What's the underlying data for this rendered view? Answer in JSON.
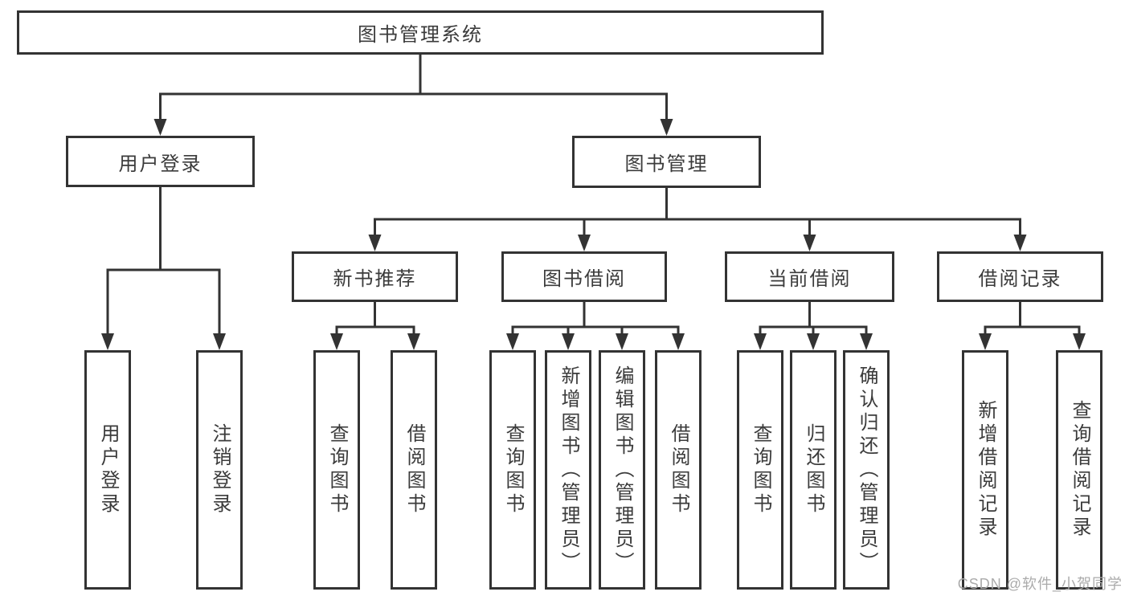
{
  "tree": {
    "root": "图书管理系统",
    "children": [
      {
        "label": "用户登录",
        "children": [
          {
            "label": "用户登录"
          },
          {
            "label": "注销登录"
          }
        ]
      },
      {
        "label": "图书管理",
        "children": [
          {
            "label": "新书推荐",
            "children": [
              {
                "label": "查询图书"
              },
              {
                "label": "借阅图书"
              }
            ]
          },
          {
            "label": "图书借阅",
            "children": [
              {
                "label": "查询图书"
              },
              {
                "label": "新增图书（管理员）"
              },
              {
                "label": "编辑图书（管理员）"
              },
              {
                "label": "借阅图书"
              }
            ]
          },
          {
            "label": "当前借阅",
            "children": [
              {
                "label": "查询图书"
              },
              {
                "label": "归还图书"
              },
              {
                "label": "确认归还（管理员）"
              }
            ]
          },
          {
            "label": "借阅记录",
            "children": [
              {
                "label": "新增借阅记录"
              },
              {
                "label": "查询借阅记录"
              }
            ]
          }
        ]
      }
    ]
  },
  "colors": {
    "line": "#333333",
    "text": "#3b3b3b",
    "watermark": "#ababab"
  },
  "watermark": {
    "text": "CSDN @软件_小贺同学"
  }
}
